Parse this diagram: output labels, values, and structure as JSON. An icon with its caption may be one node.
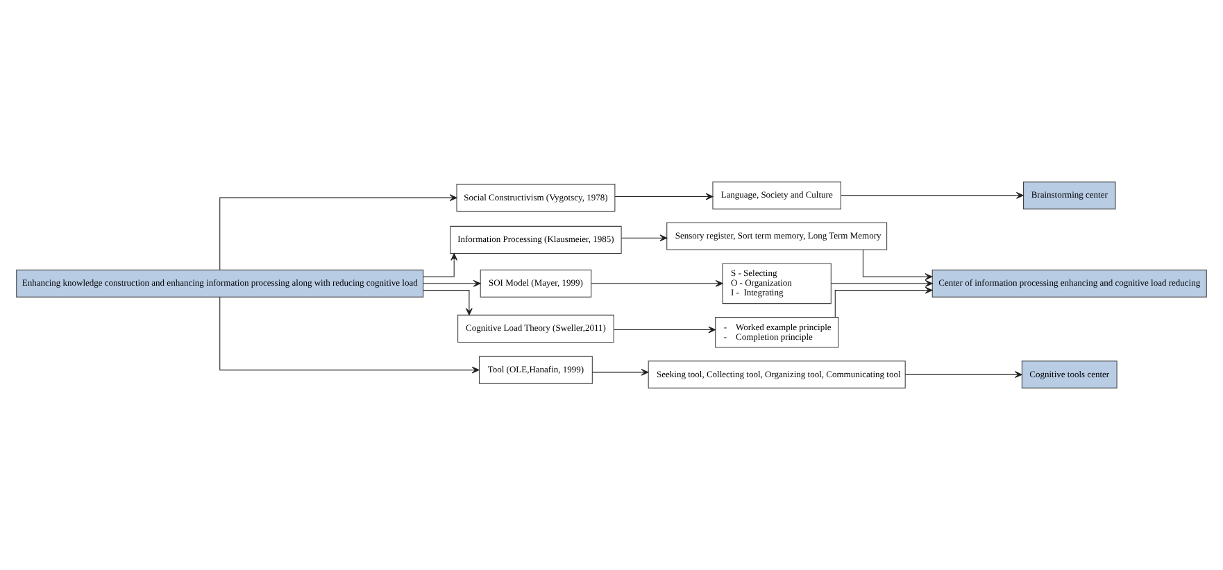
{
  "diagram": {
    "nodes": [
      {
        "text": [
          "Enhancing knowledge construction and enhancing information processing along with reducing cognitive load"
        ]
      },
      {
        "text": [
          "Social Constructivism (Vygotscy, 1978)"
        ]
      },
      {
        "text": [
          "Information Processing (Klausmeier, 1985)"
        ]
      },
      {
        "text": [
          "SOI Model (Mayer, 1999)"
        ]
      },
      {
        "text": [
          "Cognitive Load Theory (Sweller,2011)"
        ]
      },
      {
        "text": [
          "Tool (OLE,Hanafin, 1999)"
        ]
      },
      {
        "text": [
          "Language, Society and Culture"
        ]
      },
      {
        "text": [
          "Sensory register, Sort term memory, Long Term Memory"
        ]
      },
      {
        "text": [
          "S - Selecting",
          "O - Organization",
          "I -  Integrating"
        ]
      },
      {
        "text": [
          "-    Worked example principle",
          "-    Completion principle"
        ]
      },
      {
        "text": [
          "Seeking tool, Collecting tool, Organizing tool, Communicating tool"
        ]
      },
      {
        "text": [
          "Brainstorming center"
        ]
      },
      {
        "text": [
          "Center of information processing enhancing and cognitive load reducing"
        ]
      },
      {
        "text": [
          "Cognitive tools center"
        ]
      }
    ],
    "edges": [
      {
        "from": 0,
        "to": 1,
        "arrow": "to"
      },
      {
        "from": 0,
        "to": 2,
        "arrow": "to"
      },
      {
        "from": 0,
        "to": 3,
        "arrow": "to"
      },
      {
        "from": 0,
        "to": 4,
        "arrow": "to"
      },
      {
        "from": 0,
        "to": 5,
        "arrow": "to"
      },
      {
        "from": 1,
        "to": 6,
        "arrow": "to"
      },
      {
        "from": 2,
        "to": 7,
        "arrow": "to"
      },
      {
        "from": 3,
        "to": 8,
        "arrow": "to"
      },
      {
        "from": 4,
        "to": 9,
        "arrow": "to"
      },
      {
        "from": 5,
        "to": 10,
        "arrow": "to"
      },
      {
        "from": 6,
        "to": 11,
        "arrow": "to"
      },
      {
        "from": 7,
        "to": 12,
        "arrow": "to"
      },
      {
        "from": 8,
        "to": 12,
        "arrow": "to"
      },
      {
        "from": 9,
        "to": 12,
        "arrow": "to"
      },
      {
        "from": 10,
        "to": 13,
        "arrow": "to"
      }
    ]
  }
}
